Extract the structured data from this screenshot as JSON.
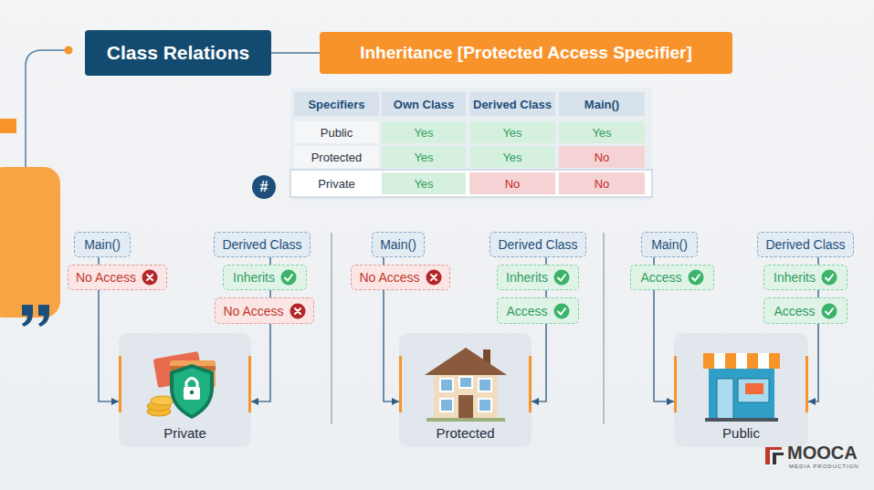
{
  "diagram": {
    "nodes": [
      {
        "text": [
          "Class Relations"
        ]
      },
      {
        "text": [
          "Inheritance [Protected Access Specifier]"
        ]
      },
      {
        "text": [
          "#"
        ]
      },
      {
        "text": [
          "Main()"
        ]
      },
      {
        "text": [
          "No Access"
        ]
      },
      {
        "text": [
          "Derived Class"
        ]
      },
      {
        "text": [
          "Inherits"
        ]
      },
      {
        "text": [
          "No Access"
        ]
      },
      {
        "text": [
          "Private"
        ]
      },
      {
        "text": [
          "Main()"
        ]
      },
      {
        "text": [
          "No Access"
        ]
      },
      {
        "text": [
          "Derived Class"
        ]
      },
      {
        "text": [
          "Inherits"
        ]
      },
      {
        "text": [
          "Access"
        ]
      },
      {
        "text": [
          "Protected"
        ]
      },
      {
        "text": [
          "Main()"
        ]
      },
      {
        "text": [
          "Access"
        ]
      },
      {
        "text": [
          "Derived Class"
        ]
      },
      {
        "text": [
          "Inherits"
        ]
      },
      {
        "text": [
          "Access"
        ]
      },
      {
        "text": [
          "Public"
        ]
      }
    ],
    "edges": [
      {
        "from": 0,
        "to": 1,
        "arrow": "none"
      },
      {
        "from": 3,
        "to": 4,
        "arrow": "none"
      },
      {
        "from": 4,
        "to": 8,
        "arrow": "to"
      },
      {
        "from": 5,
        "to": 6,
        "arrow": "none"
      },
      {
        "from": 6,
        "to": 7,
        "arrow": "none"
      },
      {
        "from": 7,
        "to": 8,
        "arrow": "to"
      },
      {
        "from": 9,
        "to": 10,
        "arrow": "none"
      },
      {
        "from": 10,
        "to": 14,
        "arrow": "to"
      },
      {
        "from": 11,
        "to": 12,
        "arrow": "none"
      },
      {
        "from": 12,
        "to": 13,
        "arrow": "none"
      },
      {
        "from": 13,
        "to": 14,
        "arrow": "to"
      },
      {
        "from": 15,
        "to": 16,
        "arrow": "none"
      },
      {
        "from": 16,
        "to": 20,
        "arrow": "to"
      },
      {
        "from": 17,
        "to": 18,
        "arrow": "none"
      },
      {
        "from": 18,
        "to": 19,
        "arrow": "none"
      },
      {
        "from": 19,
        "to": 20,
        "arrow": "to"
      }
    ],
    "labels": [
      "Specifiers",
      "Own Class",
      "Derived Class",
      "Main()",
      "Public",
      "Yes",
      "Yes",
      "Yes",
      "Protected",
      "Yes",
      "Yes",
      "No",
      "Private",
      "Yes",
      "No",
      "No",
      "MOOCA",
      "MEDIA PRODUCTION"
    ]
  }
}
